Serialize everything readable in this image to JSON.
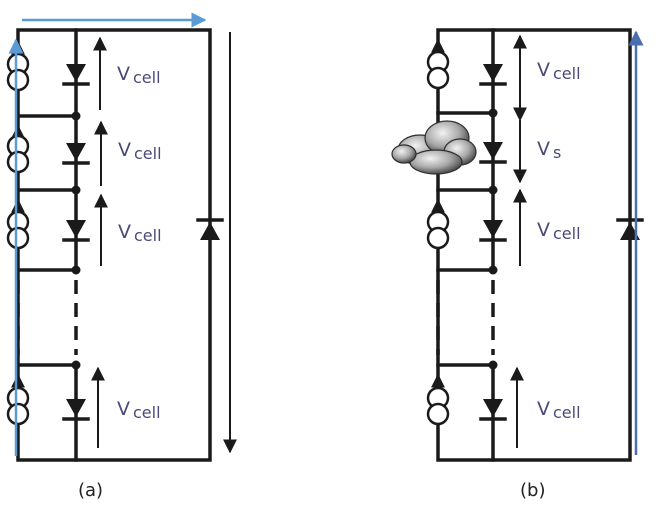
{
  "panels": [
    {
      "id": "a",
      "caption": "(a)",
      "labels": [
        {
          "main": "V",
          "sub": "cell"
        },
        {
          "main": "V",
          "sub": "cell"
        },
        {
          "main": "V",
          "sub": "cell"
        },
        {
          "main": "V",
          "sub": "cell"
        }
      ]
    },
    {
      "id": "b",
      "caption": "(b)",
      "labels": [
        {
          "main": "V",
          "sub": "cell"
        },
        {
          "main": "V",
          "sub": "s"
        },
        {
          "main": "V",
          "sub": "cell"
        },
        {
          "main": "V",
          "sub": "cell"
        }
      ]
    }
  ],
  "colors": {
    "wire": "#1a1a1a",
    "current_arrow": "#5b9bd5",
    "bypass_arrow": "#4a6fb0",
    "label_text": "#4a4a78",
    "cloud": "#8a8a8a"
  },
  "icons": [
    "current-source-icon",
    "diode-icon",
    "bypass-diode-icon",
    "cloud-icon"
  ]
}
